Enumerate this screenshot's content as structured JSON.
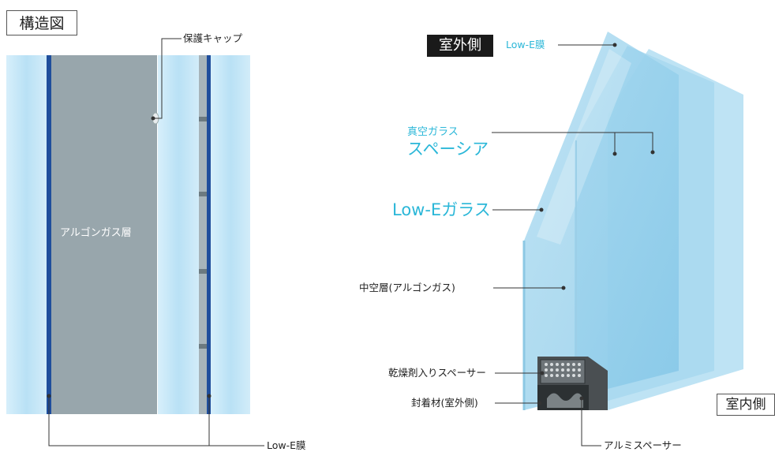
{
  "left_diagram": {
    "title": "構造図",
    "cap_label": "保護キャップ",
    "gas_label": "アルゴンガス層",
    "lowe_label": "Low-E膜"
  },
  "right_diagram": {
    "outside_tag": "室外側",
    "inside_tag": "室内側",
    "lowe_film_label": "Low-E膜",
    "vacuum_label": "真空ガラス",
    "spacia_label": "スペーシア",
    "lowe_glass_label": "Low-Eガラス",
    "hollow_label": "中空層(アルゴンガス)",
    "desiccant_label": "乾燥剤入りスペーサー",
    "sealant_label": "封着材(室外側)",
    "alu_spacer_label": "アルミスペーサー"
  },
  "colors": {
    "glass": "#c6e6f6",
    "gas": "#98a6ac",
    "lowe_film": "#1f4e9c",
    "accent": "#2bb7d8"
  }
}
